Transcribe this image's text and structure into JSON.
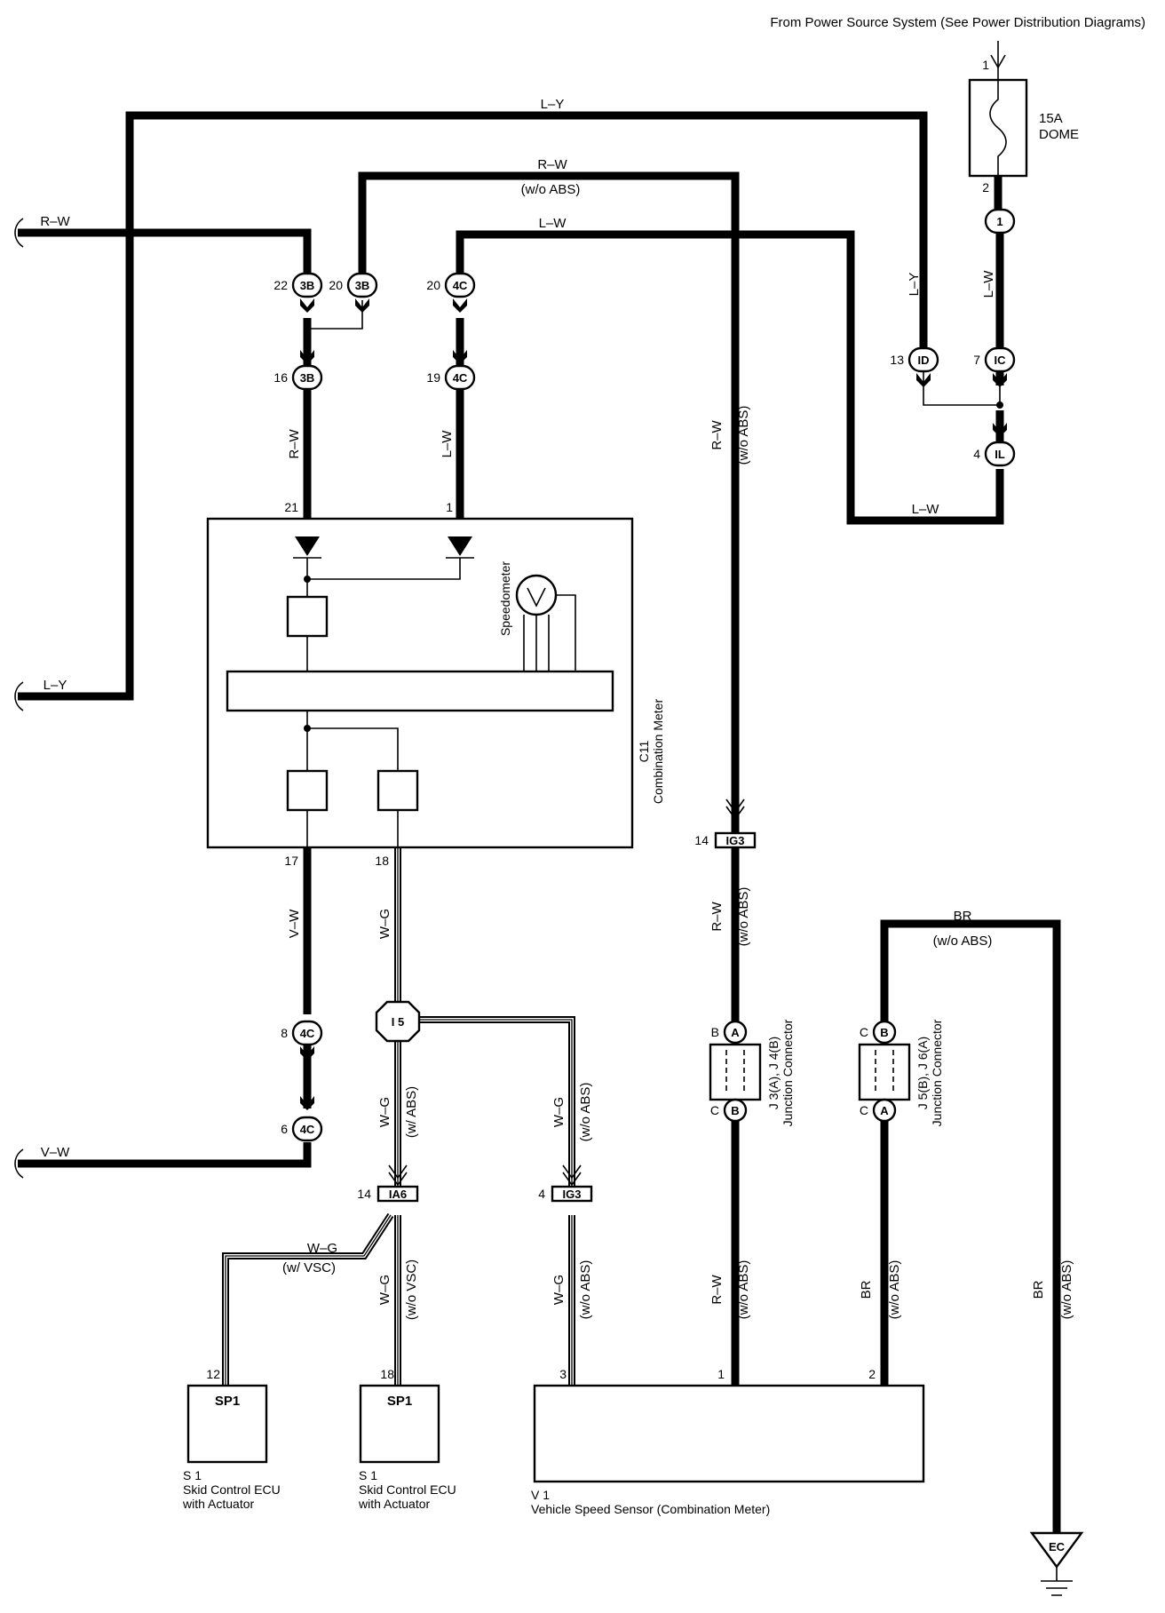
{
  "diagram": {
    "power_source_note": "From Power Source System (See Power Distribution Diagrams)",
    "fuse": {
      "rating": "15A",
      "name": "DOME",
      "pin_in": "1",
      "pin_out": "2"
    },
    "wire_colors": {
      "l_y": "L–Y",
      "r_w": "R–W",
      "l_w": "L–W",
      "v_w": "V–W",
      "w_g": "W–G",
      "br": "BR"
    },
    "notes": {
      "wo_abs": "(w/o ABS)",
      "w_abs": "(w/ ABS)",
      "w_vsc": "(w/ VSC)",
      "wo_vsc": "(w/o VSC)"
    },
    "connectors": {
      "c_1": {
        "code": "1"
      },
      "c_id": {
        "code": "ID",
        "pin": "13"
      },
      "c_ic": {
        "code": "IC",
        "pin": "7"
      },
      "c_il": {
        "code": "IL",
        "pin": "4"
      },
      "c_3b_22": {
        "code": "3B",
        "pin": "22"
      },
      "c_3b_20": {
        "code": "3B",
        "pin": "20"
      },
      "c_4c_20": {
        "code": "4C",
        "pin": "20"
      },
      "c_3b_16": {
        "code": "3B",
        "pin": "16"
      },
      "c_4c_19": {
        "code": "4C",
        "pin": "19"
      },
      "c_4c_8": {
        "code": "4C",
        "pin": "8"
      },
      "c_4c_6": {
        "code": "4C",
        "pin": "6"
      },
      "c_i5": {
        "code": "I 5"
      },
      "c_ig3_14": {
        "code": "IG3",
        "pin": "14"
      },
      "c_ia6": {
        "code": "IA6",
        "pin": "14"
      },
      "c_ig3_4": {
        "code": "IG3",
        "pin": "4"
      }
    },
    "combination_meter": {
      "id": "C11",
      "name": "Combination Meter",
      "speedometer": "Speedometer",
      "pins": {
        "top_left": "21",
        "top_right": "1",
        "bottom_left": "17",
        "bottom_right": "18"
      }
    },
    "junction_j3": {
      "id": "J 3(A), J 4(B)",
      "name": "Junction Connector",
      "top_left": "B",
      "top_code": "A",
      "bottom_left": "C",
      "bottom_code": "B"
    },
    "junction_j5": {
      "id": "J 5(B), J 6(A)",
      "name": "Junction Connector",
      "top_left": "C",
      "top_code": "B",
      "bottom_left": "C",
      "bottom_code": "A"
    },
    "skid_ecu_left": {
      "connector": "SP1",
      "pin": "12",
      "id": "S 1",
      "name_line1": "Skid Control ECU",
      "name_line2": "with Actuator"
    },
    "skid_ecu_right": {
      "connector": "SP1",
      "pin": "18",
      "id": "S 1",
      "name_line1": "Skid Control ECU",
      "name_line2": "with Actuator"
    },
    "vehicle_speed_sensor": {
      "id": "V 1",
      "name": "Vehicle Speed Sensor (Combination Meter)",
      "pins": {
        "p3": "3",
        "p1": "1",
        "p2": "2"
      }
    },
    "ground": {
      "code": "EC"
    }
  }
}
